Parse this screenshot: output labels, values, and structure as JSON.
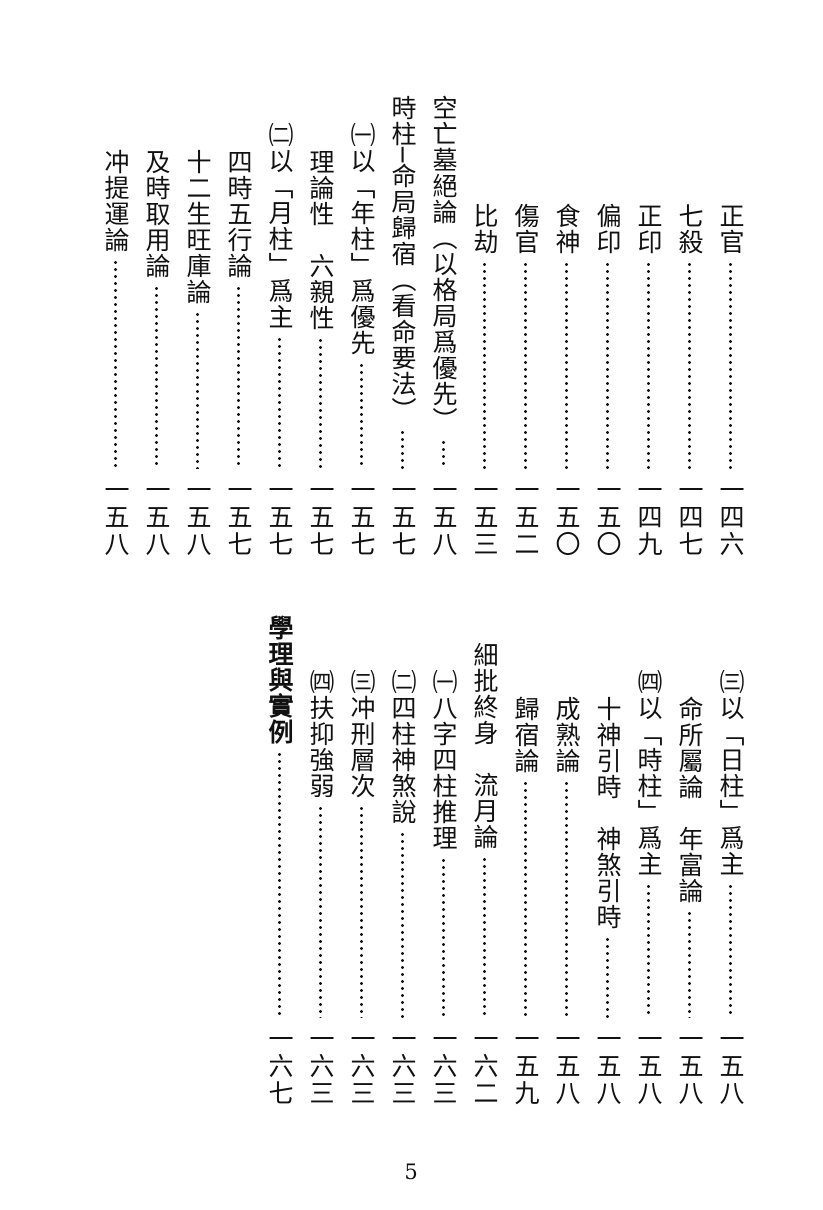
{
  "entries_top": [
    {
      "title": "正官",
      "page": "一四六"
    },
    {
      "title": "七殺",
      "page": "一四七"
    },
    {
      "title": "正印",
      "page": "一四九"
    },
    {
      "title": "偏印",
      "page": "一五〇"
    },
    {
      "title": "食神",
      "page": "一五〇"
    },
    {
      "title": "傷官",
      "page": "一五二"
    },
    {
      "title": "比劫",
      "page": "一五三"
    },
    {
      "title": "空亡墓絕論（以格局爲優先）",
      "page": "一五八"
    },
    {
      "title": "時柱─命局歸宿（看命要法）",
      "page": "一五七"
    },
    {
      "title": "㈠以「年柱」爲優先",
      "page": "一五七"
    },
    {
      "title": "理論性　六親性",
      "page": "一五七"
    },
    {
      "title": "㈡以「月柱」爲主",
      "page": "一五七"
    },
    {
      "title": "四時五行論",
      "page": "一五七"
    },
    {
      "title": "十二生旺庫論",
      "page": "一五八"
    },
    {
      "title": "及時取用論",
      "page": "一五八"
    },
    {
      "title": "冲提運論",
      "page": "一五八"
    }
  ],
  "entries_bottom": [
    {
      "title": "㈢以「日柱」爲主",
      "page": "一五八"
    },
    {
      "title": "命所屬論　年富論",
      "page": "一五八"
    },
    {
      "title": "㈣以「時柱」爲主",
      "page": "一五八"
    },
    {
      "title": "十神引時　神煞引時",
      "page": "一五八"
    },
    {
      "title": "成熟論",
      "page": "一五八"
    },
    {
      "title": "歸宿論",
      "page": "一五九"
    },
    {
      "title": "細批終身　流月論",
      "page": "一六二"
    },
    {
      "title": "㈠八字四柱推理",
      "page": "一六三"
    },
    {
      "title": "㈡四柱神煞說",
      "page": "一六三"
    },
    {
      "title": "㈢冲刑層次",
      "page": "一六三"
    },
    {
      "title": "㈣扶抑強弱",
      "page": "一六三"
    },
    {
      "title": "學理與實例",
      "page": "一六七"
    }
  ],
  "page_number": "5"
}
